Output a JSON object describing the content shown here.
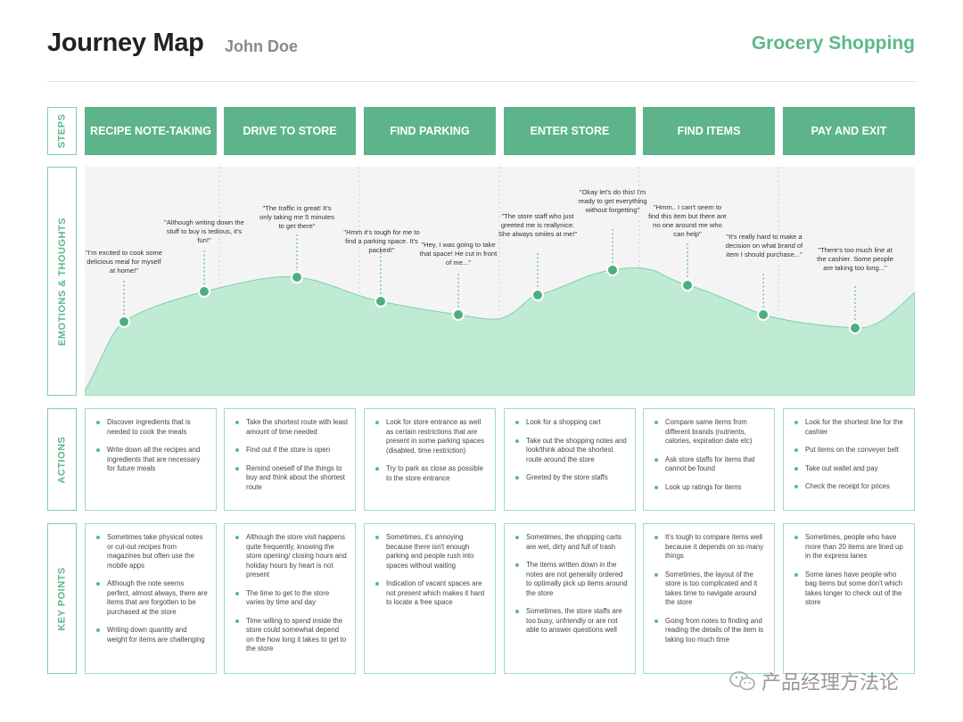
{
  "header": {
    "title": "Journey Map",
    "subtitle": "John Doe",
    "right_title": "Grocery Shopping"
  },
  "row_labels": {
    "steps": "STEPS",
    "emotions": "EMOTIONS & THOUGHTS",
    "actions": "ACTIONS",
    "key_points": "KEY POINTS"
  },
  "steps": [
    "RECIPE NOTE-TAKING",
    "DRIVE TO STORE",
    "FIND PARKING",
    "ENTER STORE",
    "FIND ITEMS",
    "PAY AND EXIT"
  ],
  "emotions": [
    "\"I'm excited to cook some delicious meal for myself at home!\"",
    "\"Although writing down the stuff to buy is tedious, it's fun!\"",
    "\"The traffic is great! It's only taking me 5 minutes to get there\"",
    "\"Hmm it's tough for me to find a parking space. It's packed!\"",
    "\"Hey, I was going to take that space! He cut in front of me...\"",
    "\"The store staff who just greeted me is reallynice. She always smiles at me!\"",
    "\"Okay let's do this! I'm ready to get everything without forgetting\"",
    "\"Hmm.. I can't seem to find this item but there are no one around me who can help\"",
    "\"It's really hard to make a decision on what brand of item I should purchase...\"",
    "\"There's too much line at the cashier. Some people are taking too long...\""
  ],
  "actions": [
    [
      "Discover ingredients that is needed to cook the meals",
      "Write down all the recipes and ingredients that are necessary for future meals"
    ],
    [
      "Take the shortest route with least amount of time needed",
      "Find out if the store is open",
      "Remind oneself of the things to buy and think about the shortest route"
    ],
    [
      "Look for store entrance as well as certain restrictions that are present in some parking spaces (disabled, time restriction)",
      "Try to park as close as possible to the store entrance"
    ],
    [
      "Look for a shopping cart",
      "Take out the shopping notes and look/think about the shortest route around the store",
      "Greeted by the store staffs"
    ],
    [
      "Compare same items from different brands (nutrients, calories, expiration date etc)",
      "Ask store staffs for items that cannot be found",
      "Look up ratings for items"
    ],
    [
      "Look for the shortest line for the cashier",
      "Put items on the conveyer belt",
      "Take out wallet and pay",
      "Check the receipt for prices"
    ]
  ],
  "key_points": [
    [
      "Sometimes take physical notes or cut-out recipes from magazines but often use the mobile apps",
      "Although the note seems perfect, almost always, there are items that are forgotten to be purchased at the store",
      "Writing down quantity and weight for items are challenging"
    ],
    [
      "Although the store visit happens quite frequently, knowing the store opening/ closing hours and holiday hours by heart is not present",
      "The time to get to the store varies by time and day",
      "Time willing to spend inside the store could somewhat depend on the how long it takes to get to the store"
    ],
    [
      "Sometimes, it's annoying because there isn't enough parking and people rush into spaces without waiting",
      "Indication of vacant spaces are not present which makes it hard to locate a free space"
    ],
    [
      "Sometimes, the shopping carts are wet, dirty and full of trash",
      "The items written down in the notes are not generally ordered to optimally pick up items around the store",
      "Sometimes, the store staffs are too busy, unfriendly or are not able to answer questions well"
    ],
    [
      "It's tough to compare items well because it depends on so many things",
      "Sometimes, the layout of the store is too complicated and it takes time to navigate around the store",
      "Going from notes to finding and reading the details of the item is taking too much time"
    ],
    [
      "Sometimes, people who have more than 20 items are lined up in the express lanes",
      "Some lanes have people who bag items but some don't which takes longer to check out of the store"
    ]
  ],
  "watermark": "产品经理方法论",
  "colors": {
    "accent": "#5cb889",
    "step_fill": "#5db48a",
    "curve_fill": "#bfead3",
    "curve_stroke": "#7dd0a8",
    "dot": "#4fae7f",
    "panel_bg": "#f4f4f4"
  }
}
